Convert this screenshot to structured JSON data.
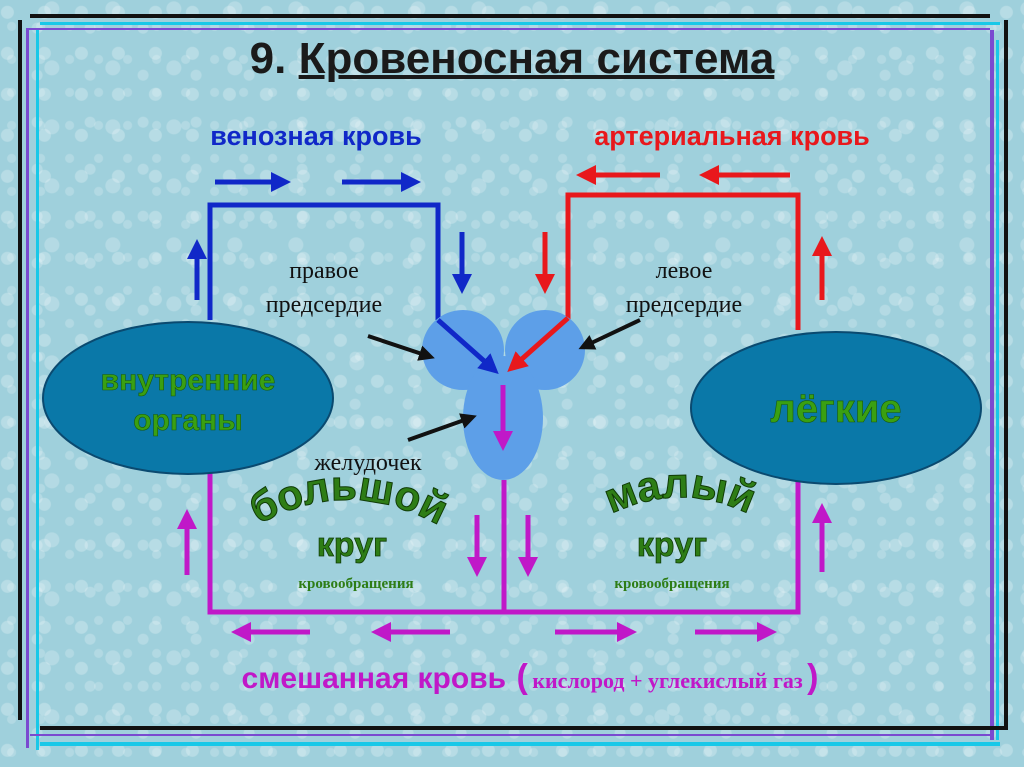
{
  "title": {
    "number": "9.",
    "text": "Кровеносная система"
  },
  "labels": {
    "venous": "венозная кровь",
    "arterial": "артериальная кровь",
    "right_atrium_1": "правое",
    "right_atrium_2": "предсердие",
    "left_atrium_1": "левое",
    "left_atrium_2": "предсердие",
    "organs_1": "внутренние",
    "organs_2": "органы",
    "lungs": "лёгкие",
    "ventricle": "желудочек",
    "big": "большой",
    "small": "малый",
    "circle": "круг",
    "circulation": "кровообращения",
    "mixed_main": "смешанная кровь",
    "mixed_open": "(",
    "mixed_detail": "кислород + углекислый газ",
    "mixed_close": ")"
  },
  "colors": {
    "venous": "#1028c8",
    "arterial": "#e8181c",
    "mixed": "#c018c8",
    "heart": "#5d9fe8",
    "organ_fill": "#0a78a8",
    "green_text": "#2e7d16"
  }
}
